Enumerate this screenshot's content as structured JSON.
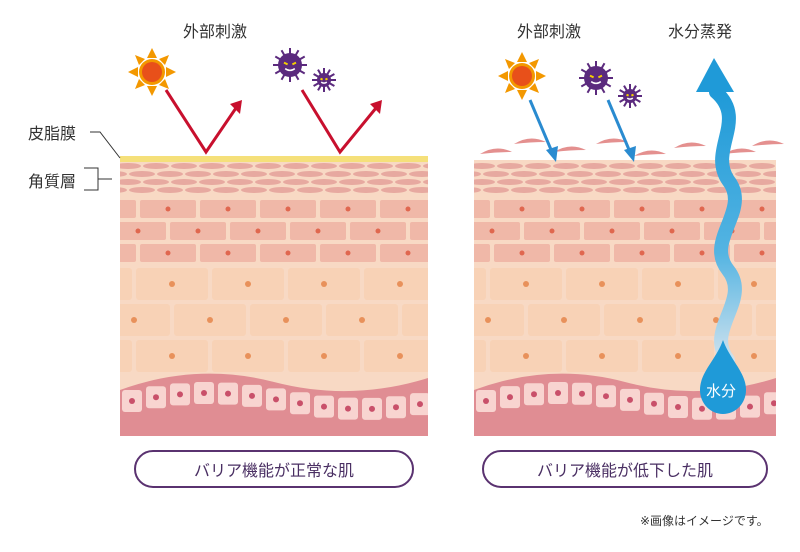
{
  "labels": {
    "sebum": "皮脂膜",
    "stratum_corneum": "角質層",
    "external_stimulus_left": "外部刺激",
    "external_stimulus_right": "外部刺激",
    "water_evaporation": "水分蒸発",
    "water_drop": "水分"
  },
  "captions": {
    "normal": "バリア機能が正常な肌",
    "reduced": "バリア機能が低下した肌"
  },
  "note": "※画像はイメージです。",
  "colors": {
    "sun": "#f39800",
    "sun_core": "#e8501a",
    "germ": "#5b2a7e",
    "red_arrow": "#c8102e",
    "blue_arrow": "#2a8bd0",
    "water": "#1f9ad8",
    "sebum": "#f5e07a",
    "corneum": "#e7a9a0",
    "cell_pink": "#f2c0b2",
    "cell_peach": "#f8d2b6",
    "base": "#e08d93"
  },
  "icons": [
    "sun-icon",
    "germ-icon",
    "water-drop-icon"
  ]
}
